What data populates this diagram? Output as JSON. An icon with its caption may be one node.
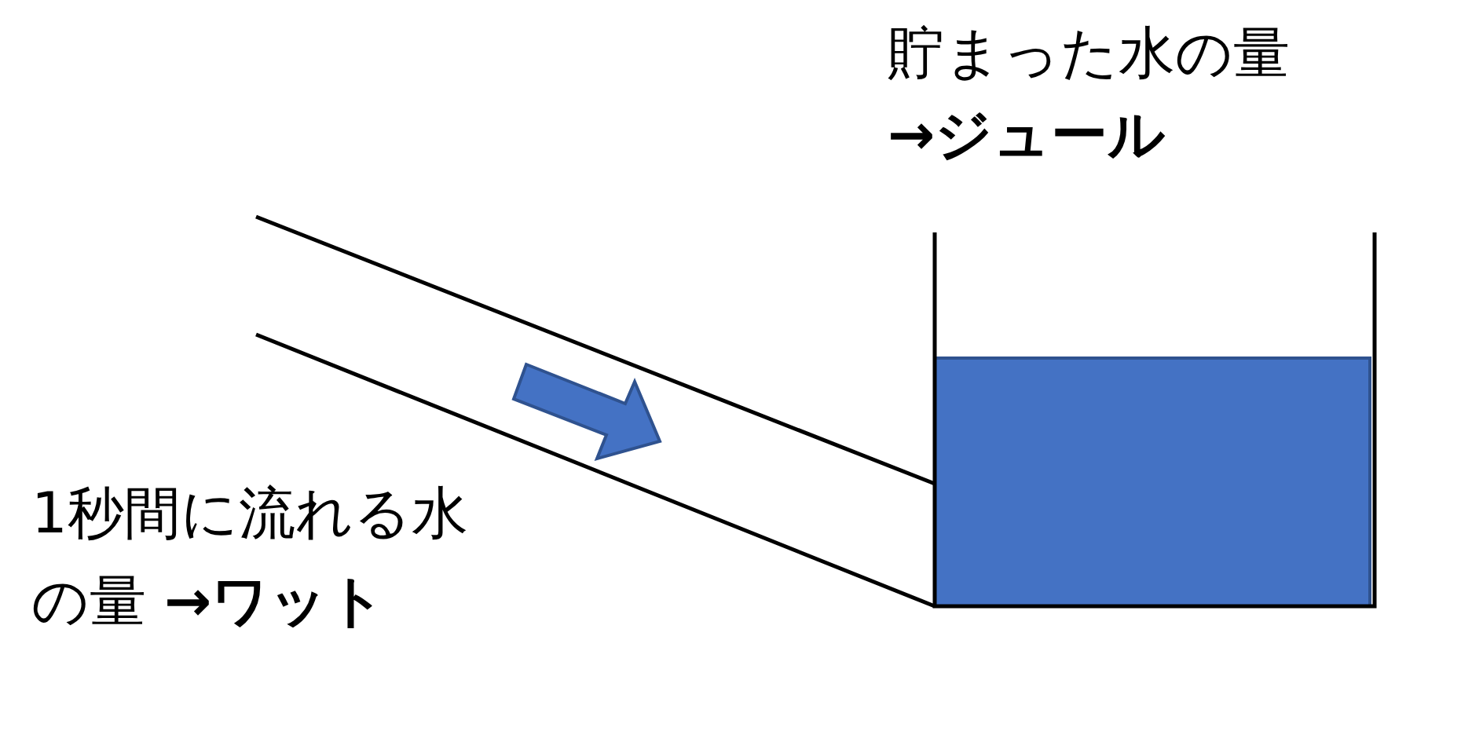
{
  "diagram": {
    "labels": [
      "貯まった水の量",
      "→ジュール",
      "1秒間に流れる水の量 **→ワット**"
    ]
  }
}
